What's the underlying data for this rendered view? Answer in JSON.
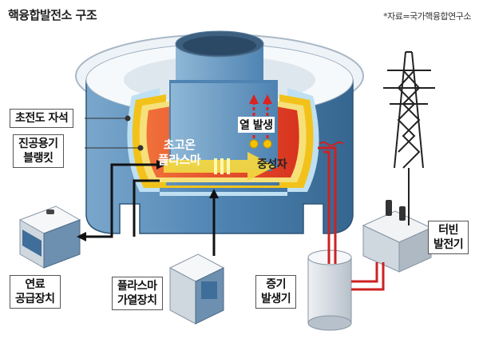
{
  "title": "핵융합발전소 구조",
  "source": "*자료=국가핵융합연구소",
  "labels": {
    "magnet": "초전도 자석",
    "blanket": "진공용기\n블랭킷",
    "heat": "열 발생",
    "plasma": "초고온\n플라스마",
    "neutron": "중성자",
    "fuel": "연료\n공급장치",
    "heating": "플라스마\n가열장치",
    "steam": "증기\n발생기",
    "turbine": "터빈\n발전기"
  },
  "colors": {
    "vessel": "#5b8fb9",
    "vessel_dark": "#3e6f99",
    "plasma": "#e8452a",
    "blanket": "#f2c21b",
    "arrow_black": "#111111",
    "pipe_red": "#cc2222"
  }
}
